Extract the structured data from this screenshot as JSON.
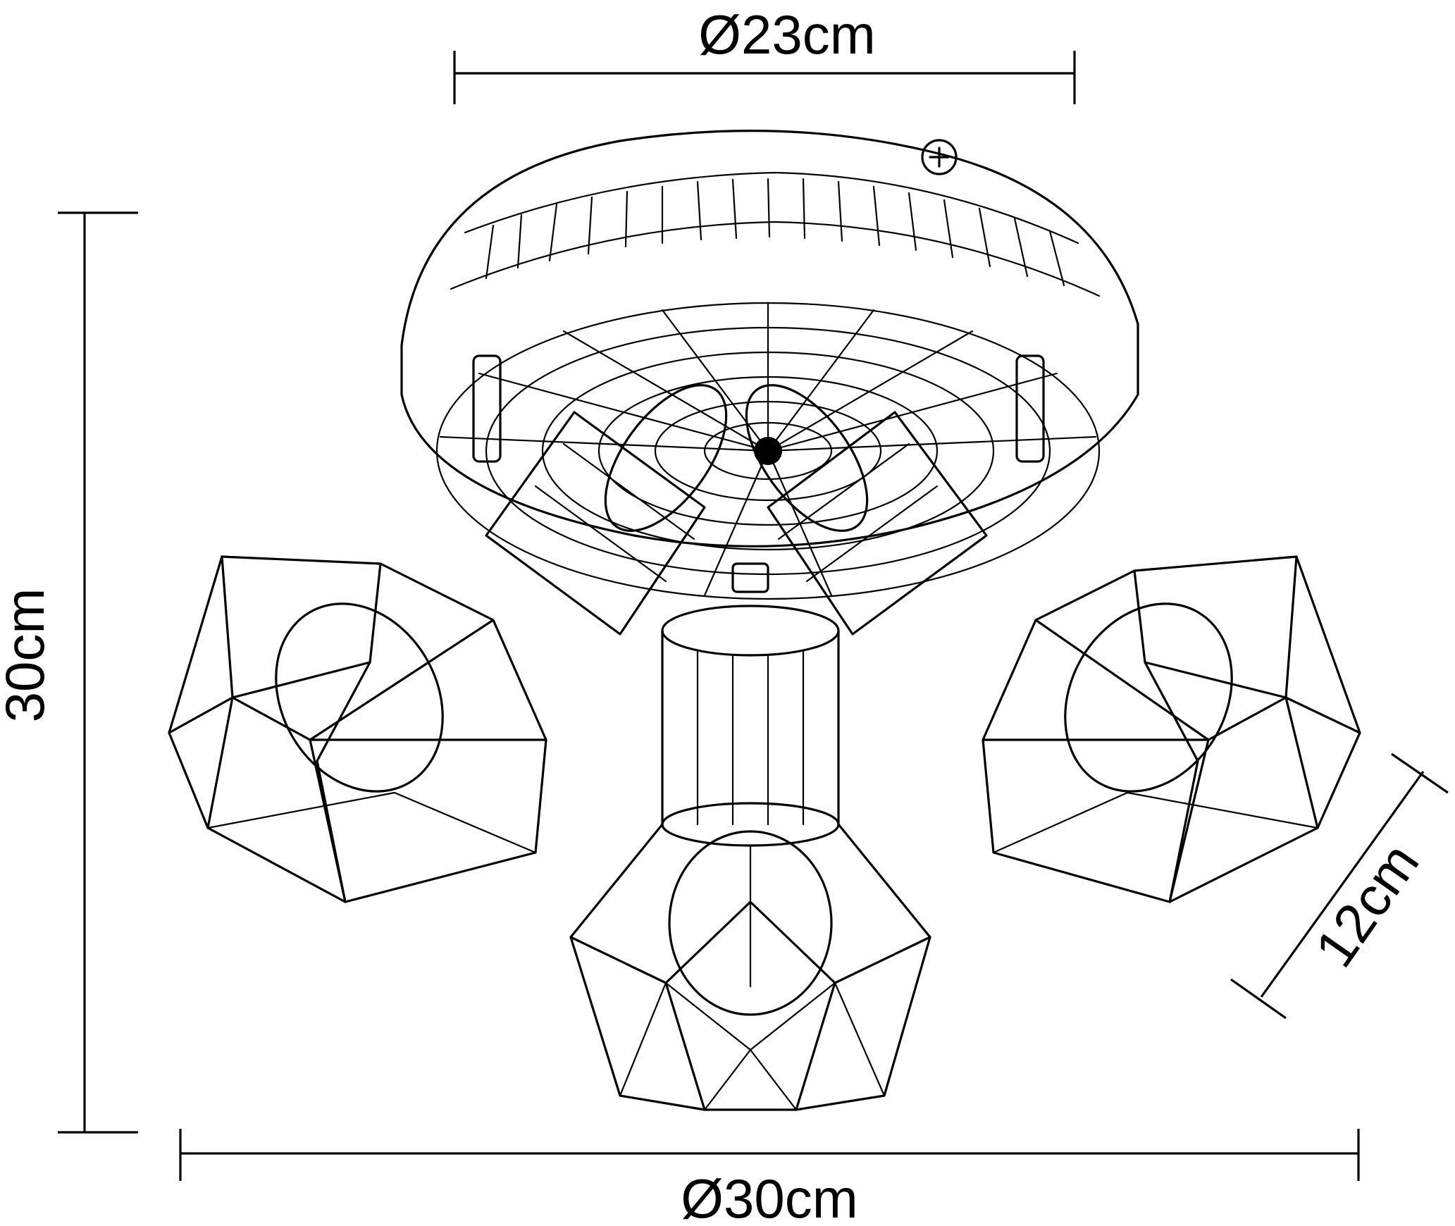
{
  "dimensions": {
    "top_diameter": "Ø23cm",
    "height": "30cm",
    "bottom_diameter": "Ø30cm",
    "shade_depth": "12cm"
  },
  "colors": {
    "line": "#000000",
    "background": "#ffffff"
  }
}
